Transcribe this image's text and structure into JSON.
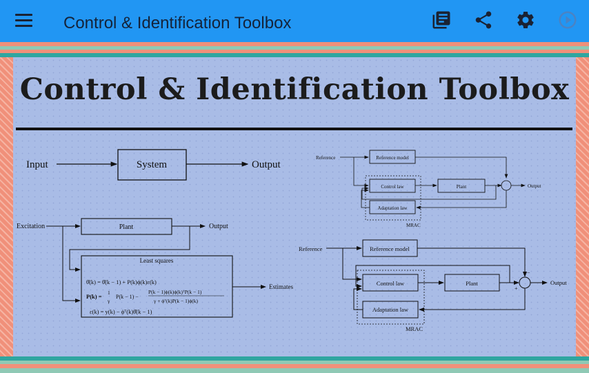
{
  "appbar": {
    "title": "Control & Identification Toolbox",
    "icons": [
      "menu-icon",
      "library-books-icon",
      "share-icon",
      "gear-icon",
      "play-circle-icon"
    ]
  },
  "colors": {
    "appbar": "#2196f3",
    "background": "#a9bce6",
    "stripe_salmon": "#f0907a",
    "stripe_teal": "#2fa6a0"
  },
  "content": {
    "heading": "Control & Identification Toolbox",
    "system_diagram": {
      "input": "Input",
      "system": "System",
      "output": "Output"
    },
    "least_squares_diagram": {
      "excitation": "Excitation",
      "plant": "Plant",
      "output": "Output",
      "block_title": "Least squares",
      "estimates": "Estimates",
      "eq1": "θ̂(k) = θ̂(k − 1) + P(k)ϕ(k)ε(k)",
      "eq2_left": "P(k) =",
      "eq2_frac": "1",
      "eq2_gamma": "γ",
      "eq2_term": "P(k − 1) −",
      "eq2_num": "P(k − 1)ϕ(k)ϕ(k)ᵀP(k − 1)",
      "eq2_den": "γ + ϕᵀ(k)P(k − 1)ϕ(k)",
      "eq3": "ε(k) = y(k) − ϕᵀ(k)θ̂(k − 1)"
    },
    "mrac_small": {
      "reference": "Reference",
      "reference_model": "Reference model",
      "control_law": "Control law",
      "plant": "Plant",
      "adaptation_law": "Adaptation law",
      "output": "Output",
      "label": "MRAC"
    },
    "mrac_large": {
      "reference": "Reference",
      "reference_model": "Reference model",
      "control_law": "Control law",
      "plant": "Plant",
      "adaptation_law": "Adaptation law",
      "output": "Output",
      "label": "MRAC",
      "minus": "−",
      "plus": "+"
    }
  }
}
